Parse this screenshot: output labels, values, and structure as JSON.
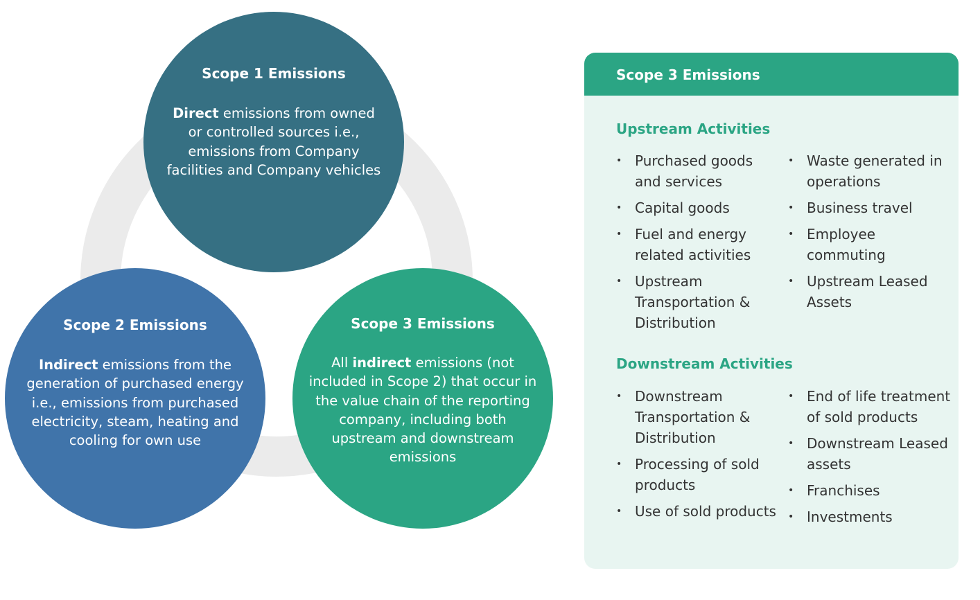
{
  "colors": {
    "scope1": "#367083",
    "scope2": "#4074aa",
    "scope3": "#2ba584",
    "ring": "#ebebeb",
    "panel_bg": "#e8f5f1",
    "panel_header": "#2ba584",
    "section_title": "#2ba584",
    "list_text": "#333333"
  },
  "circles": {
    "scope1": {
      "title": "Scope 1 Emissions",
      "lead_bold": "Direct",
      "lead_rest": " emissions from owned or controlled sources i.e., emissions from Company facilities and Company vehicles"
    },
    "scope2": {
      "title": "Scope 2 Emissions",
      "lead_bold": "Indirect",
      "lead_rest": " emissions from the generation of purchased energy i.e., emissions from purchased electricity, steam, heating and cooling for own use"
    },
    "scope3": {
      "title": "Scope 3 Emissions",
      "pre": "All ",
      "lead_bold": "indirect",
      "lead_rest": " emissions (not included in Scope 2) that occur in the value chain of the reporting company, including both upstream and downstream emissions"
    }
  },
  "panel": {
    "title": "Scope 3 Emissions",
    "bullet_glyph": "•",
    "upstream": {
      "title": "Upstream Activities",
      "left": [
        "Purchased goods and services",
        "Capital goods",
        "Fuel and energy related activities",
        "Upstream Transportation & Distribution"
      ],
      "right": [
        "Waste generated in operations",
        "Business travel",
        "Employee commuting",
        "Upstream Leased Assets"
      ]
    },
    "downstream": {
      "title": "Downstream Activities",
      "left": [
        "Downstream Transportation & Distribution",
        "Processing of sold products",
        "Use of sold products"
      ],
      "right": [
        "End of life treatment of sold products",
        "Downstream Leased assets",
        "Franchises",
        "Investments"
      ]
    }
  }
}
